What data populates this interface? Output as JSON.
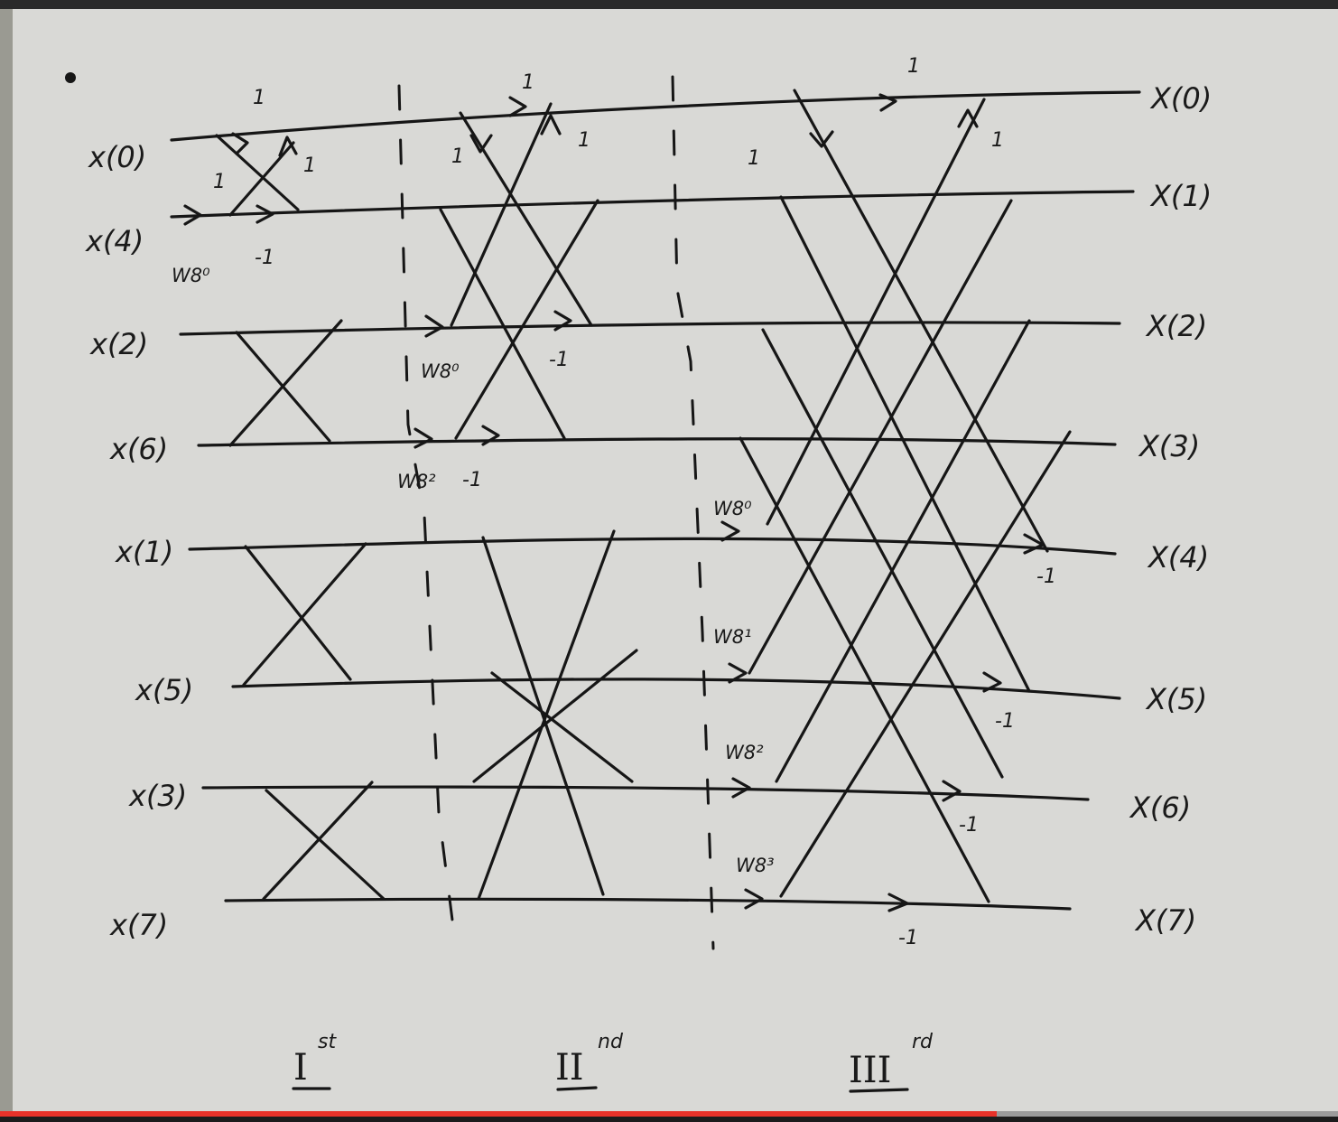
{
  "inputs": [
    "x(0)",
    "x(4)",
    "x(2)",
    "x(6)",
    "x(1)",
    "x(5)",
    "x(3)",
    "x(7)"
  ],
  "outputs": [
    "X(0)",
    "X(1)",
    "X(2)",
    "X(3)",
    "X(4)",
    "X(5)",
    "X(6)",
    "X(7)"
  ],
  "stages": [
    {
      "roman": "I",
      "suffix": "st"
    },
    {
      "roman": "II",
      "suffix": "nd"
    },
    {
      "roman": "III",
      "suffix": "rd"
    }
  ],
  "annotations": {
    "stage1": {
      "top_one": "1",
      "cross_one_a": "1",
      "cross_one_b": "1",
      "neg_one": "-1",
      "twiddle": "W8⁰"
    },
    "stage2": {
      "top_one": "1",
      "one_a": "1",
      "one_b": "1",
      "neg_one_a": "-1",
      "twiddle_a": "W8⁰",
      "twiddle_b": "W8²",
      "neg_one_b": "-1"
    },
    "stage3": {
      "top_one": "1",
      "one_a": "1",
      "one_b": "1",
      "w0": "W8⁰",
      "w1": "W8¹",
      "w2": "W8²",
      "w3": "W8³",
      "neg1": "-1",
      "neg2": "-1",
      "neg3": "-1",
      "neg4": "-1"
    }
  },
  "progress": {
    "fraction": 0.745,
    "color": "#e8322a"
  }
}
